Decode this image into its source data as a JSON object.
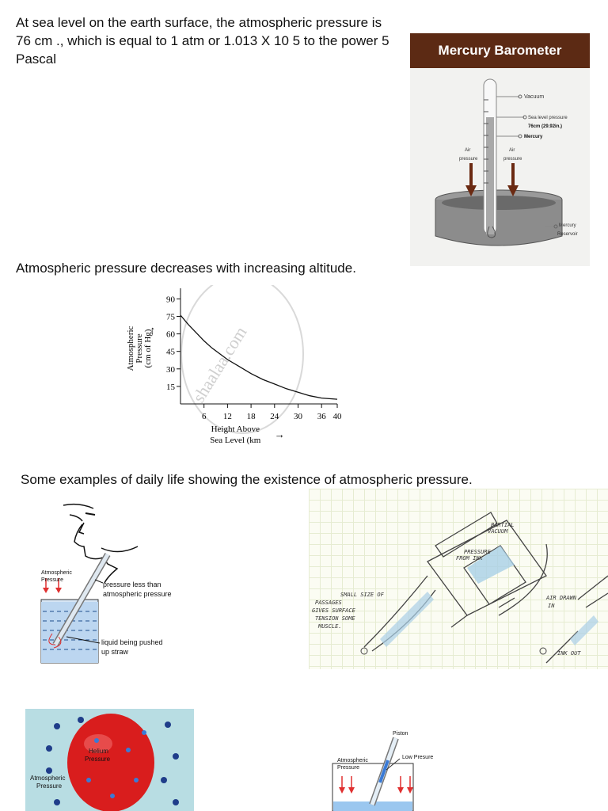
{
  "text": {
    "line1": "At sea level on the earth surface, the atmospheric pressure is  76 cm ., which  is equal to 1 atm or 1.013 X  10 5 to the power 5 Pascal",
    "line2": "Atmospheric pressure decreases with increasing altitude.",
    "line3": "Some examples of daily life showing the existence of atmospheric pressure."
  },
  "barometer": {
    "title": "Mercury Barometer",
    "labels": {
      "vacuum": "Vacuum",
      "sea_level_1": "Sea level pressure",
      "sea_level_2": "76cm (29.92in.)",
      "mercury": "Mercury",
      "air_pressure_left_1": "Air",
      "air_pressure_left_2": "pressure",
      "air_pressure_right_1": "Air",
      "air_pressure_right_2": "pressure",
      "reservoir_1": "Mercury",
      "reservoir_2": "Reservoir"
    }
  },
  "chart_data": {
    "type": "line",
    "ylabel_lines": [
      "Atmospheric",
      "Pressure",
      "(cm of Hg)"
    ],
    "xlabel_lines": [
      "Height Above",
      "Sea Level (km"
    ],
    "yticks": [
      15,
      30,
      45,
      60,
      75,
      90
    ],
    "xticks": [
      6,
      12,
      18,
      24,
      30,
      36,
      40
    ],
    "xlim": [
      0,
      40
    ],
    "ylim": [
      0,
      95
    ],
    "watermark": "shaalaa.com",
    "series": [
      {
        "x": [
          0,
          2,
          4,
          6,
          8,
          10,
          12,
          15,
          18,
          21,
          24,
          27,
          30,
          33,
          36,
          40
        ],
        "y": [
          76,
          68,
          61,
          54,
          48,
          43,
          38,
          32,
          26,
          21,
          17,
          13,
          10,
          7,
          5,
          4
        ]
      }
    ]
  },
  "straw": {
    "atm_1": "Atmospheric",
    "atm_2": "Pressure",
    "less_1": "pressure less than",
    "less_2": "atmospheric pressure",
    "pushed_1": "liquid being pushed",
    "pushed_2": "up straw"
  },
  "pen": {
    "partial_1": "PARTIAL",
    "partial_2": "VACUUM",
    "from_ink_1": "PRESSURE",
    "from_ink_2": "FROM INK",
    "small_1": "SMALL SIZE OF",
    "small_2": "PASSAGES",
    "small_3": "GIVES SURFACE",
    "small_4": "TENSION SOME",
    "small_5": "MUSCLE.",
    "air_1": "AIR DRAWN",
    "air_2": "IN",
    "ink_out": "INK OUT"
  },
  "balloon": {
    "helium_1": "Helium",
    "helium_2": "Pressure",
    "atm_1": "Atmospheric",
    "atm_2": "Pressure"
  },
  "syringe": {
    "piston": "Piston",
    "low": "Low Presure",
    "atm_1": "Atmospheric",
    "atm_2": "Pressure"
  }
}
